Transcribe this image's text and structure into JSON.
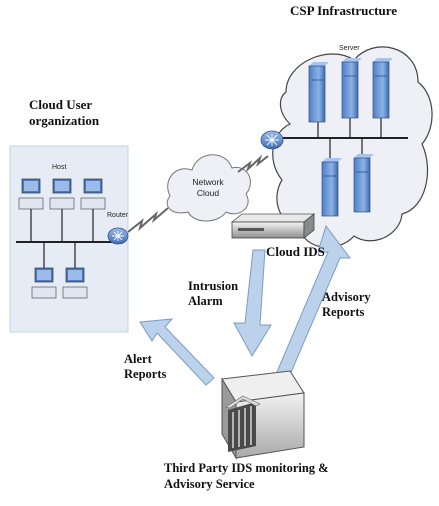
{
  "labels": {
    "csp_infrastructure": "CSP Infrastructure",
    "cloud_user_line1": "Cloud User",
    "cloud_user_line2": "organization",
    "cloud_ids": "Cloud IDS",
    "intrusion_line1": "Intrusion",
    "intrusion_line2": "Alarm",
    "advisory_line1": "Advisory",
    "advisory_line2": "Reports",
    "alert_line1": "Alert",
    "alert_line2": "Reports",
    "third_party_line1": "Third Party IDS monitoring &",
    "third_party_line2": "Advisory Service"
  },
  "small_labels": {
    "host": "Host",
    "router": "Router",
    "server": "Server",
    "network_line1": "Network",
    "network_line2": "Cloud"
  },
  "colors": {
    "arrow_fill": "#bcd1ea",
    "arrow_stroke": "#7c9cc4",
    "cloud_fill": "#eef0f5",
    "user_panel": "#e6ecf6",
    "server_blue": "#6f9ad6",
    "router_blue": "#5b86c8",
    "bus_line": "#222222"
  }
}
